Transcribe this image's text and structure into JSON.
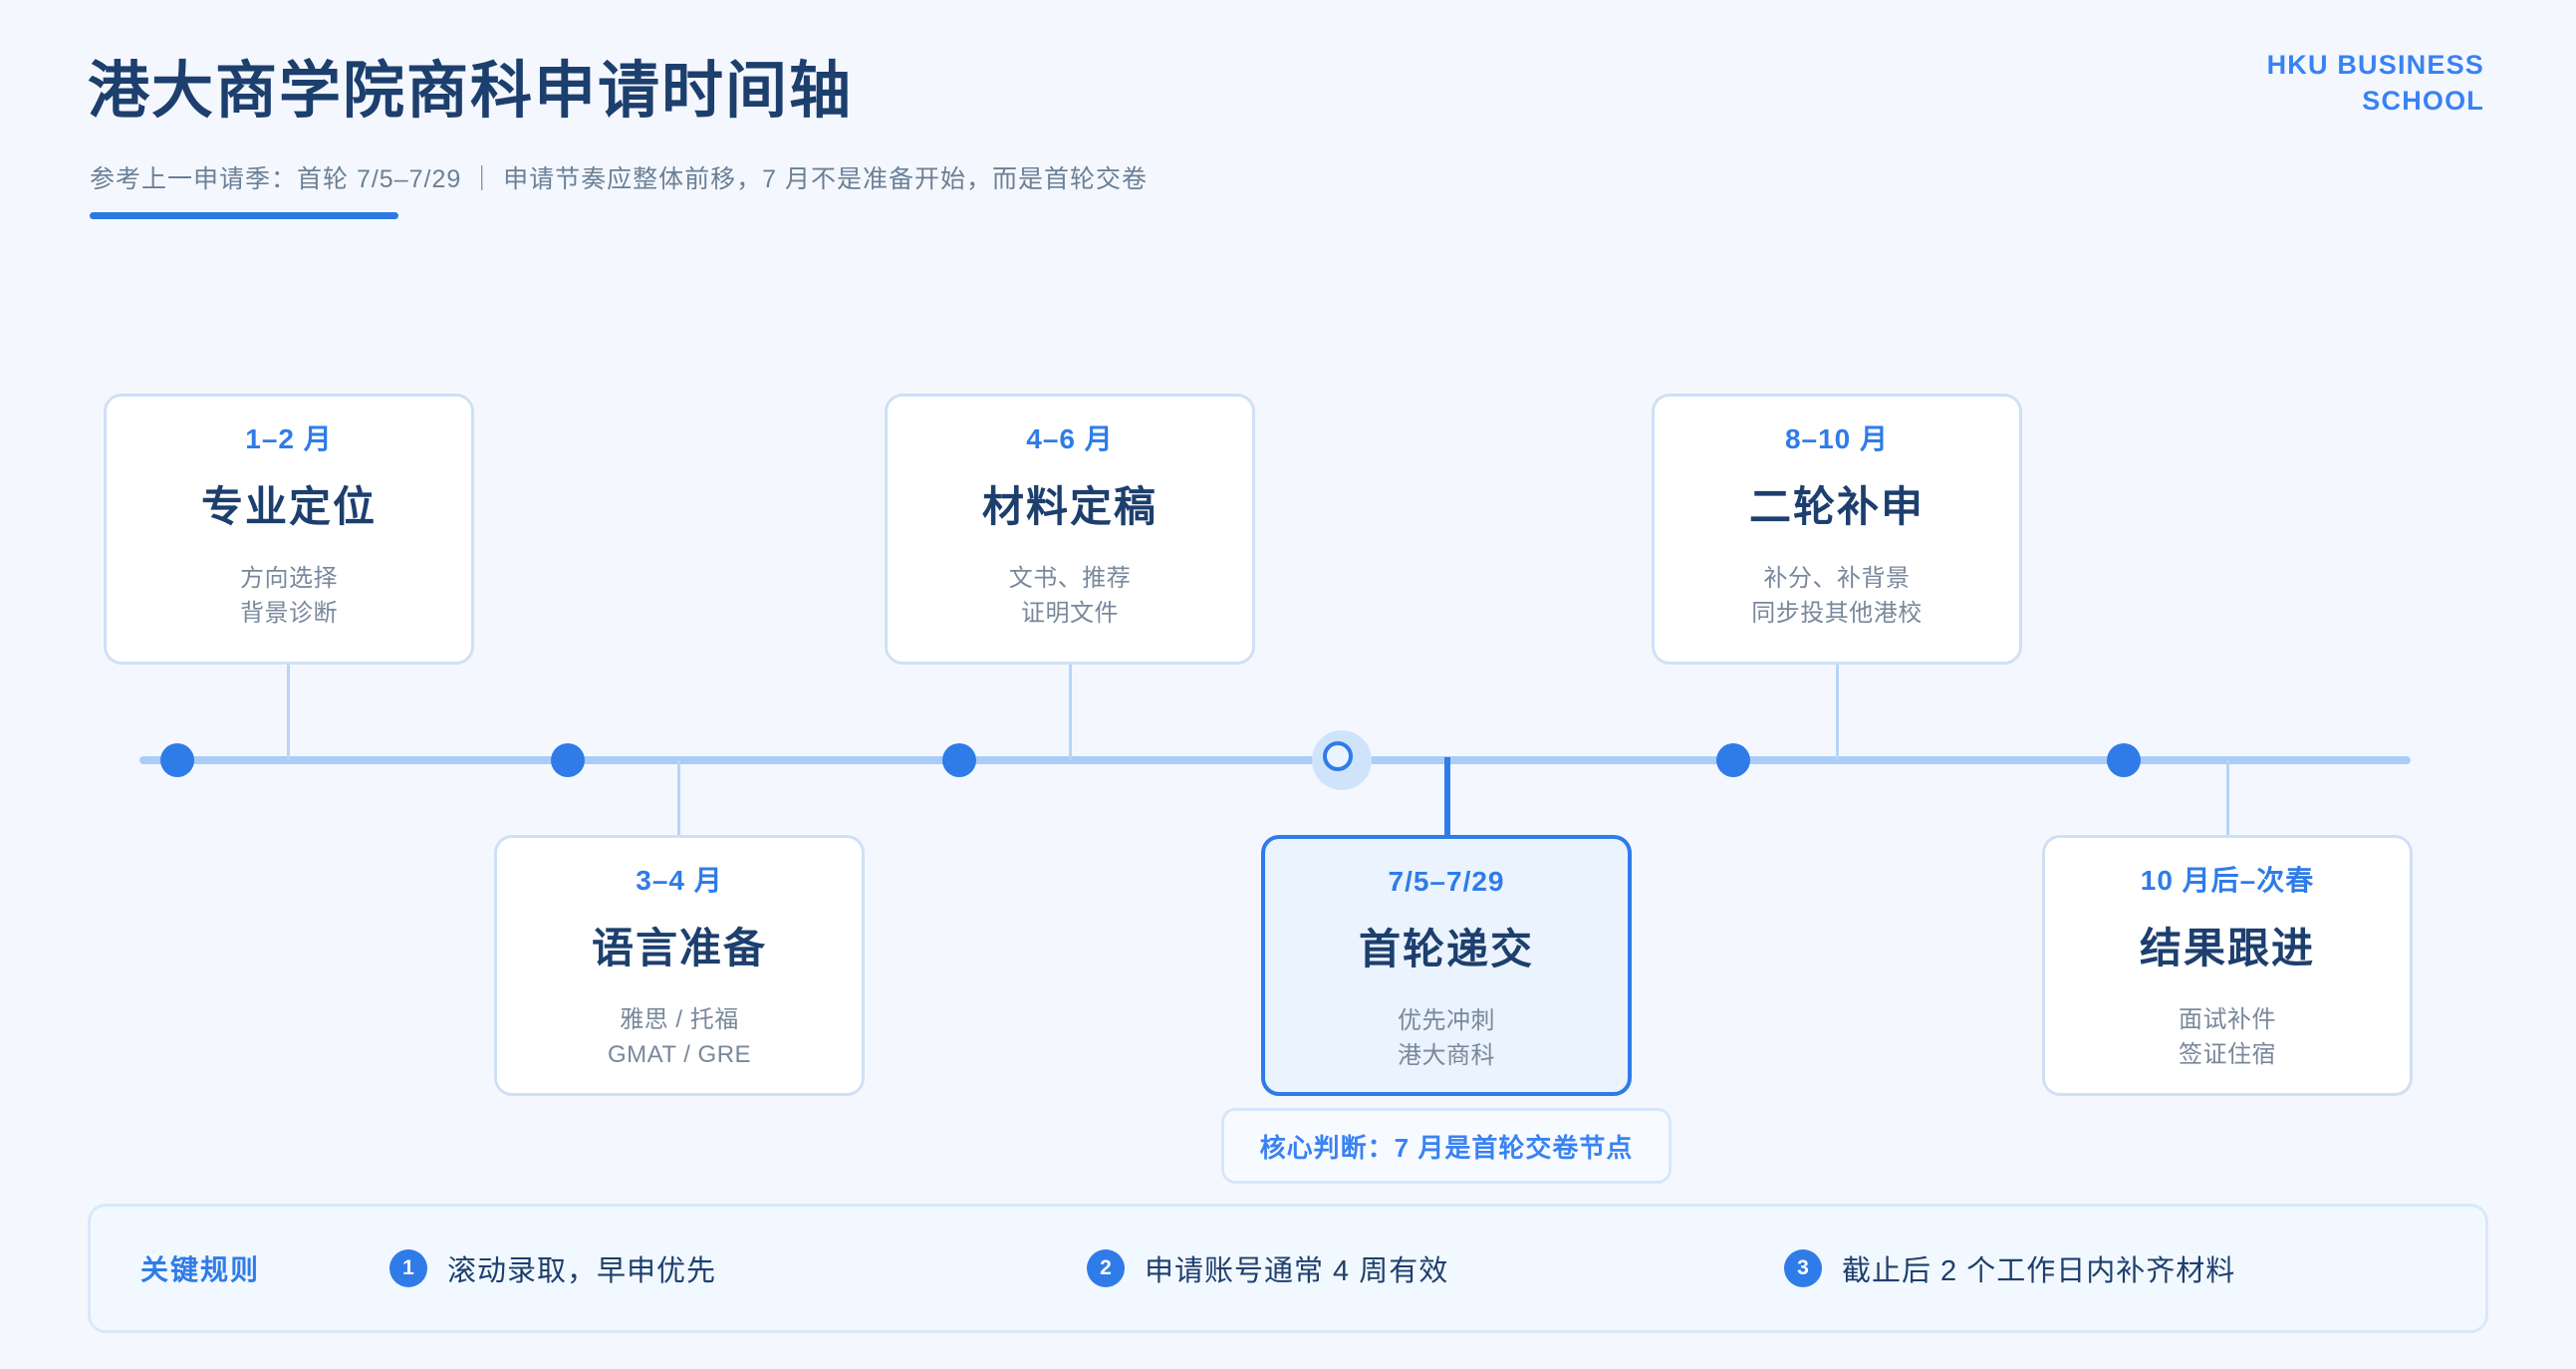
{
  "header": {
    "title": "港大商学院商科申请时间轴",
    "subtitle": "参考上一申请季：首轮 7/5–7/29 ｜ 申请节奏应整体前移，7 月不是准备开始，而是首轮交卷",
    "brand_line1": "HKU BUSINESS",
    "brand_line2": "SCHOOL",
    "accent_color": "#2b7ae0",
    "brand_color": "#3a82f3"
  },
  "timeline": {
    "axis_color": "#a9cdf7",
    "dot_color": "#2f7ce8",
    "stages": [
      {
        "period": "1–2 月",
        "title": "专业定位",
        "detail_line1": "方向选择",
        "detail_line2": "背景诊断",
        "position": "above",
        "highlight": false
      },
      {
        "period": "3–4 月",
        "title": "语言准备",
        "detail_line1": "雅思 / 托福",
        "detail_line2": "GMAT / GRE",
        "position": "below",
        "highlight": false
      },
      {
        "period": "4–6 月",
        "title": "材料定稿",
        "detail_line1": "文书、推荐",
        "detail_line2": "证明文件",
        "position": "above",
        "highlight": false
      },
      {
        "period": "7/5–7/29",
        "title": "首轮递交",
        "detail_line1": "优先冲刺",
        "detail_line2": "港大商科",
        "position": "below",
        "highlight": true
      },
      {
        "period": "8–10 月",
        "title": "二轮补申",
        "detail_line1": "补分、补背景",
        "detail_line2": "同步投其他港校",
        "position": "above",
        "highlight": false
      },
      {
        "period": "10 月后–次春",
        "title": "结果跟进",
        "detail_line1": "面试补件",
        "detail_line2": "签证住宿",
        "position": "below",
        "highlight": false
      }
    ]
  },
  "callout": {
    "text": "核心判断：7 月是首轮交卷节点"
  },
  "rules": {
    "label": "关键规则",
    "items": [
      {
        "num": "1",
        "text": "滚动录取，早申优先"
      },
      {
        "num": "2",
        "text": "申请账号通常 4 周有效"
      },
      {
        "num": "3",
        "text": "截止后 2 个工作日内补齐材料"
      }
    ]
  }
}
